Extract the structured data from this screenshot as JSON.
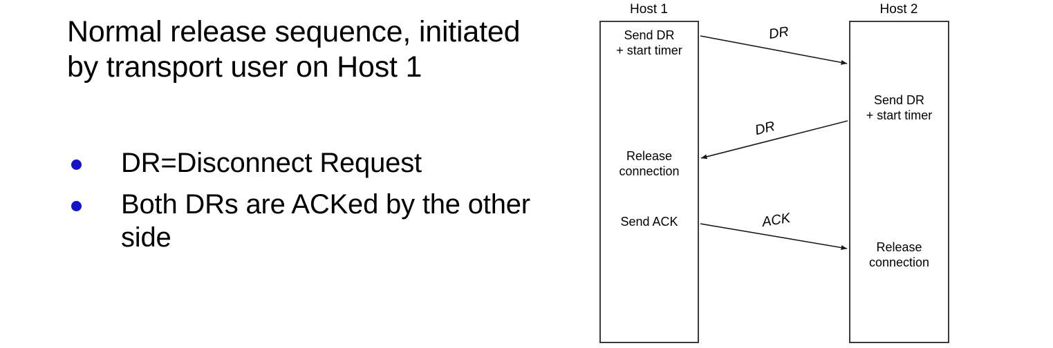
{
  "slide": {
    "heading": "Normal release sequence, initiated by transport user on Host 1",
    "bullets": [
      {
        "marker": "bullet-dot",
        "text": "DR=Disconnect Request"
      },
      {
        "marker": "bullet-dot",
        "text": "Both DRs are ACKed by the other side"
      }
    ]
  },
  "diagram": {
    "hosts": [
      {
        "id": "host1",
        "label": "Host 1"
      },
      {
        "id": "host2",
        "label": "Host 2"
      }
    ],
    "host1_events": [
      {
        "text": "Send DR\n+ start timer"
      },
      {
        "text": "Release\nconnection"
      },
      {
        "text": "Send ACK"
      }
    ],
    "host2_events": [
      {
        "text": "Send DR\n+ start timer"
      },
      {
        "text": "Release\nconnection"
      }
    ],
    "messages": [
      {
        "label": "DR",
        "direction": "host1-to-host2"
      },
      {
        "label": "DR",
        "direction": "host2-to-host1"
      },
      {
        "label": "ACK",
        "direction": "host1-to-host2"
      }
    ]
  },
  "colors": {
    "bullet_marker": "#1313c8",
    "box_border": "#3a3a3a",
    "text": "#000000",
    "background": "#ffffff"
  }
}
